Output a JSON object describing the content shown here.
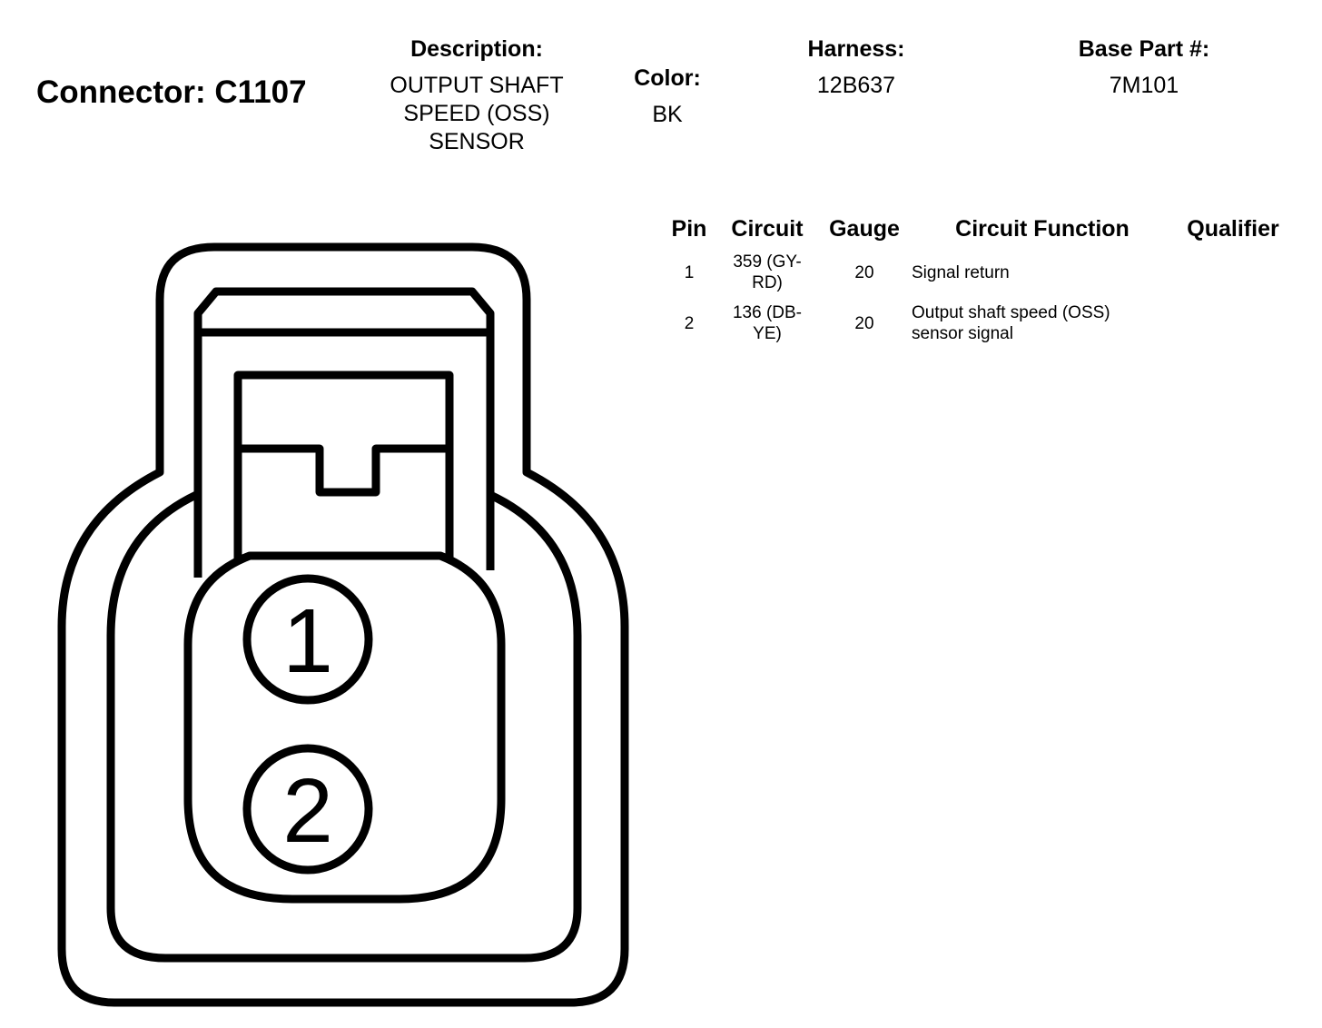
{
  "connector": {
    "title": "Connector: C1107",
    "description_label": "Description:",
    "description_lines": [
      "OUTPUT SHAFT",
      "SPEED (OSS)",
      "SENSOR"
    ],
    "color_label": "Color:",
    "color_value": "BK",
    "harness_label": "Harness:",
    "harness_value": "12B637",
    "base_part_label": "Base Part #:",
    "base_part_value": "7M101"
  },
  "pin_table": {
    "headers": [
      "Pin",
      "Circuit",
      "Gauge",
      "Circuit Function",
      "Qualifier"
    ],
    "rows": [
      {
        "pin": "1",
        "circuit_lines": [
          "359 (GY-",
          "RD)"
        ],
        "gauge": "20",
        "function_lines": [
          "Signal return"
        ],
        "qualifier": ""
      },
      {
        "pin": "2",
        "circuit_lines": [
          "136 (DB-",
          "YE)"
        ],
        "gauge": "20",
        "function_lines": [
          "Output shaft speed (OSS)",
          "sensor signal"
        ],
        "qualifier": ""
      }
    ]
  },
  "diagram": {
    "pin_labels": [
      "1",
      "2"
    ],
    "stroke_color": "#000000",
    "fill_color": "#ffffff"
  }
}
